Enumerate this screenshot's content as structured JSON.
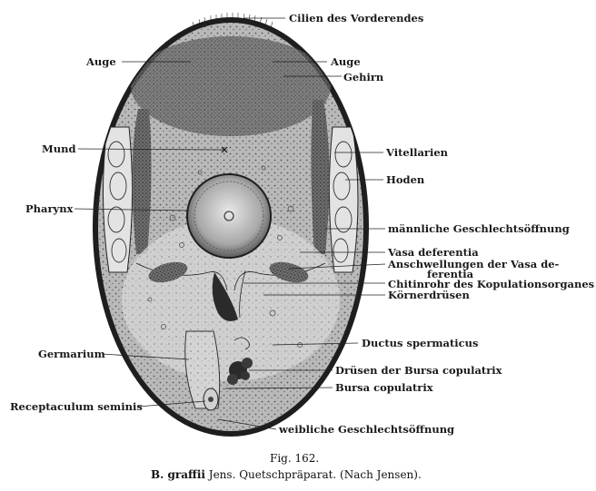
{
  "labels": {
    "cilien": "Cilien des Vorderendes",
    "auge_left": "Auge",
    "auge_right": "Auge",
    "gehirn": "Gehirn",
    "mund": "Mund",
    "vitellarien": "Vitellarien",
    "hoden": "Hoden",
    "pharynx": "Pharynx",
    "maennliche": "männliche Geschlechtsöffnung",
    "vasa": "Vasa deferentia",
    "anschwellungen_1": "Anschwellungen der Vasa de-",
    "anschwellungen_2": "ferentia",
    "chitinrohr": "Chitinrohr des Kopulationsorganes",
    "koernerdruesen": "Körnerdrüsen",
    "ductus": "Ductus spermaticus",
    "germarium": "Germarium",
    "druesen": "Drüsen der Bursa copulatrix",
    "bursa": "Bursa copulatrix",
    "receptaculum": "Receptaculum seminis",
    "weibliche": "weibliche Geschlechtsöffnung"
  },
  "caption": {
    "fig": "Fig. 162.",
    "species": "B. graffii",
    "rest": " Jens.  Quetschpräparat.  (Nach Jensen)."
  }
}
